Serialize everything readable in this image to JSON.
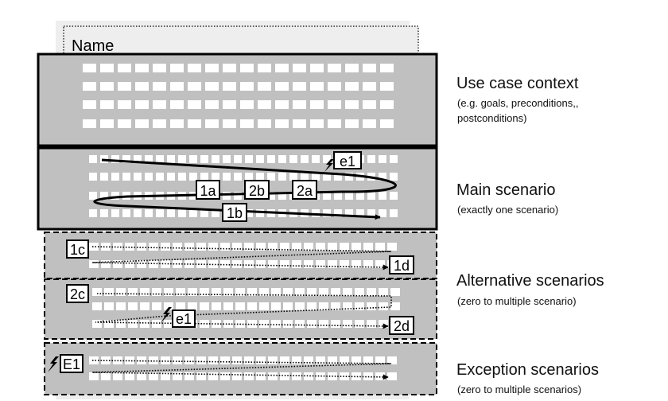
{
  "template": {
    "name_label": "Name"
  },
  "sections": [
    {
      "title": "Use case context",
      "subtitle_lines": [
        "(e.g. goals, preconditions,,",
        "postconditions)"
      ]
    },
    {
      "title": "Main scenario",
      "subtitle_lines": [
        "(exactly one scenario)"
      ]
    },
    {
      "title": "Alternative scenarios",
      "subtitle_lines": [
        "(zero to multiple scenario)"
      ]
    },
    {
      "title": "Exception scenarios",
      "subtitle_lines": [
        "(zero to multiple scenarios)"
      ]
    }
  ],
  "step_tags": {
    "main_e1": "e1",
    "main_1a": "1a",
    "main_2b": "2b",
    "main_2a": "2a",
    "main_1b": "1b",
    "alt_1c": "1c",
    "alt_1d": "1d",
    "alt_2c": "2c",
    "alt_e1": "e1",
    "alt_2d": "2d",
    "exc_E1": "E1"
  },
  "colors": {
    "section_fill": "#c0c0c0",
    "page_fill": "#eeeeee",
    "cell_fill": "#ffffff",
    "line": "#000000"
  }
}
